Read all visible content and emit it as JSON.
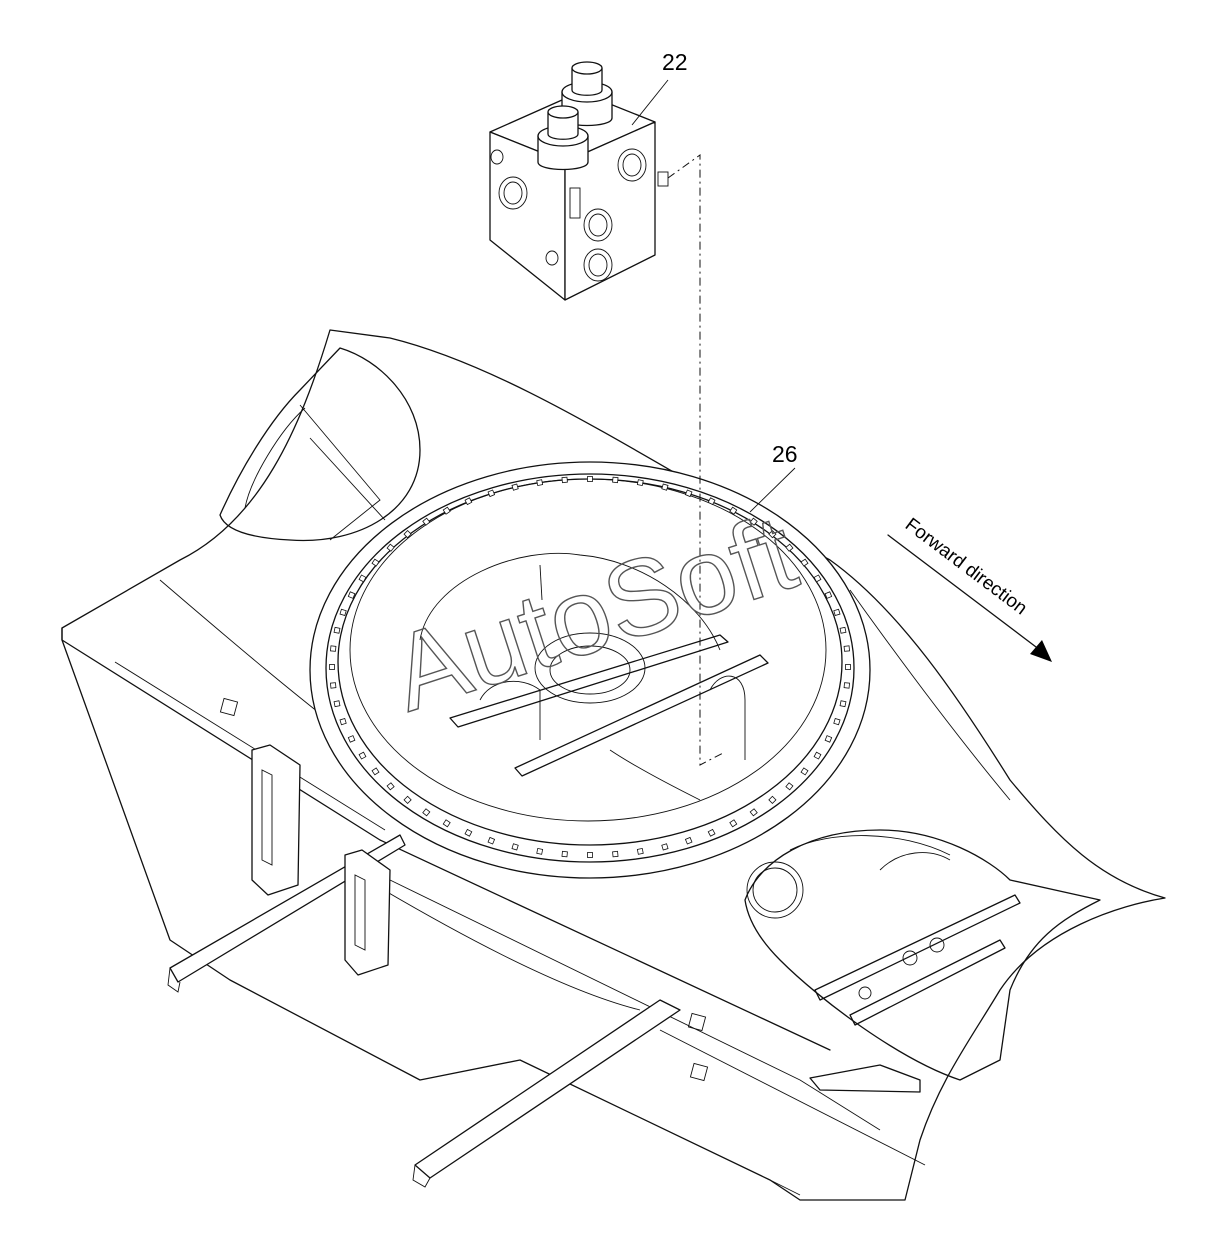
{
  "callouts": {
    "part_22": "22",
    "part_26": "26"
  },
  "direction": {
    "label": "Forward direction"
  },
  "watermark": {
    "text": "AutoSoft"
  },
  "colors": {
    "line": "#111111",
    "background": "#ffffff",
    "watermark": "#555555"
  }
}
